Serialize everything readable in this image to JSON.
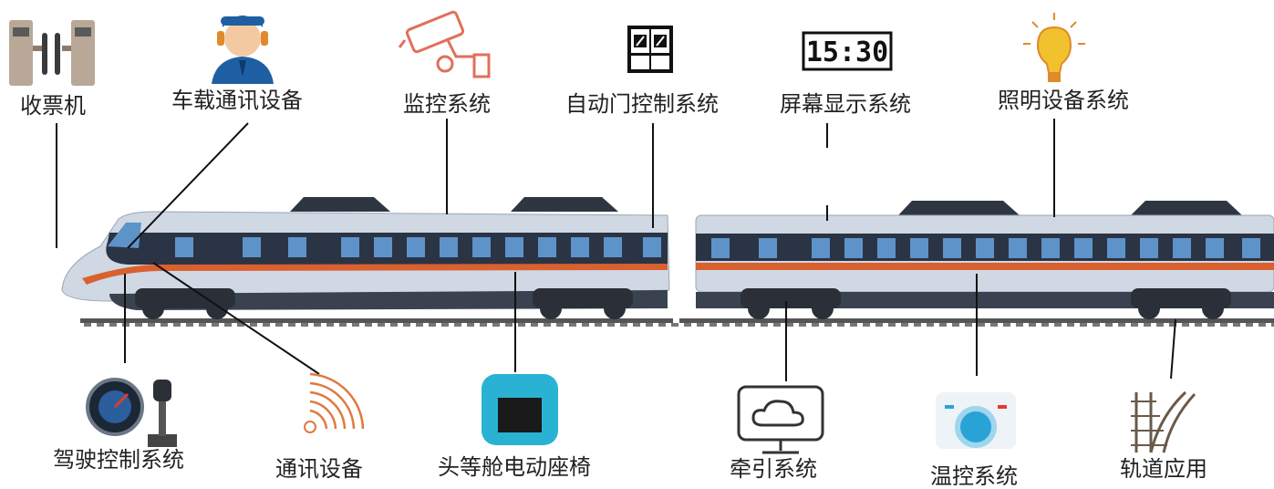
{
  "title": "",
  "labels": {
    "ticket_machine": "收票机",
    "onboard_comm": "车载通讯设备",
    "surveillance": "监控系统",
    "auto_door": "自动门控制系统",
    "screen_display": "屏幕显示系统",
    "lighting": "照明设备系统",
    "driver_control": "驾驶控制系统",
    "comm_device": "通讯设备",
    "first_class_seat": "头等舱电动座椅",
    "traction": "牵引系统",
    "temperature": "温控系统",
    "track": "轨道应用"
  },
  "clock_text": "15:30",
  "colors": {
    "train_body": "#cfd8e3",
    "window_band": "#2b3444",
    "window": "#5e93c9",
    "stripe": "#d9602f",
    "camera": "#e0705a",
    "seat": "#29b2d4",
    "bulb": "#f2c12e",
    "wifi": "#e07a3f"
  }
}
